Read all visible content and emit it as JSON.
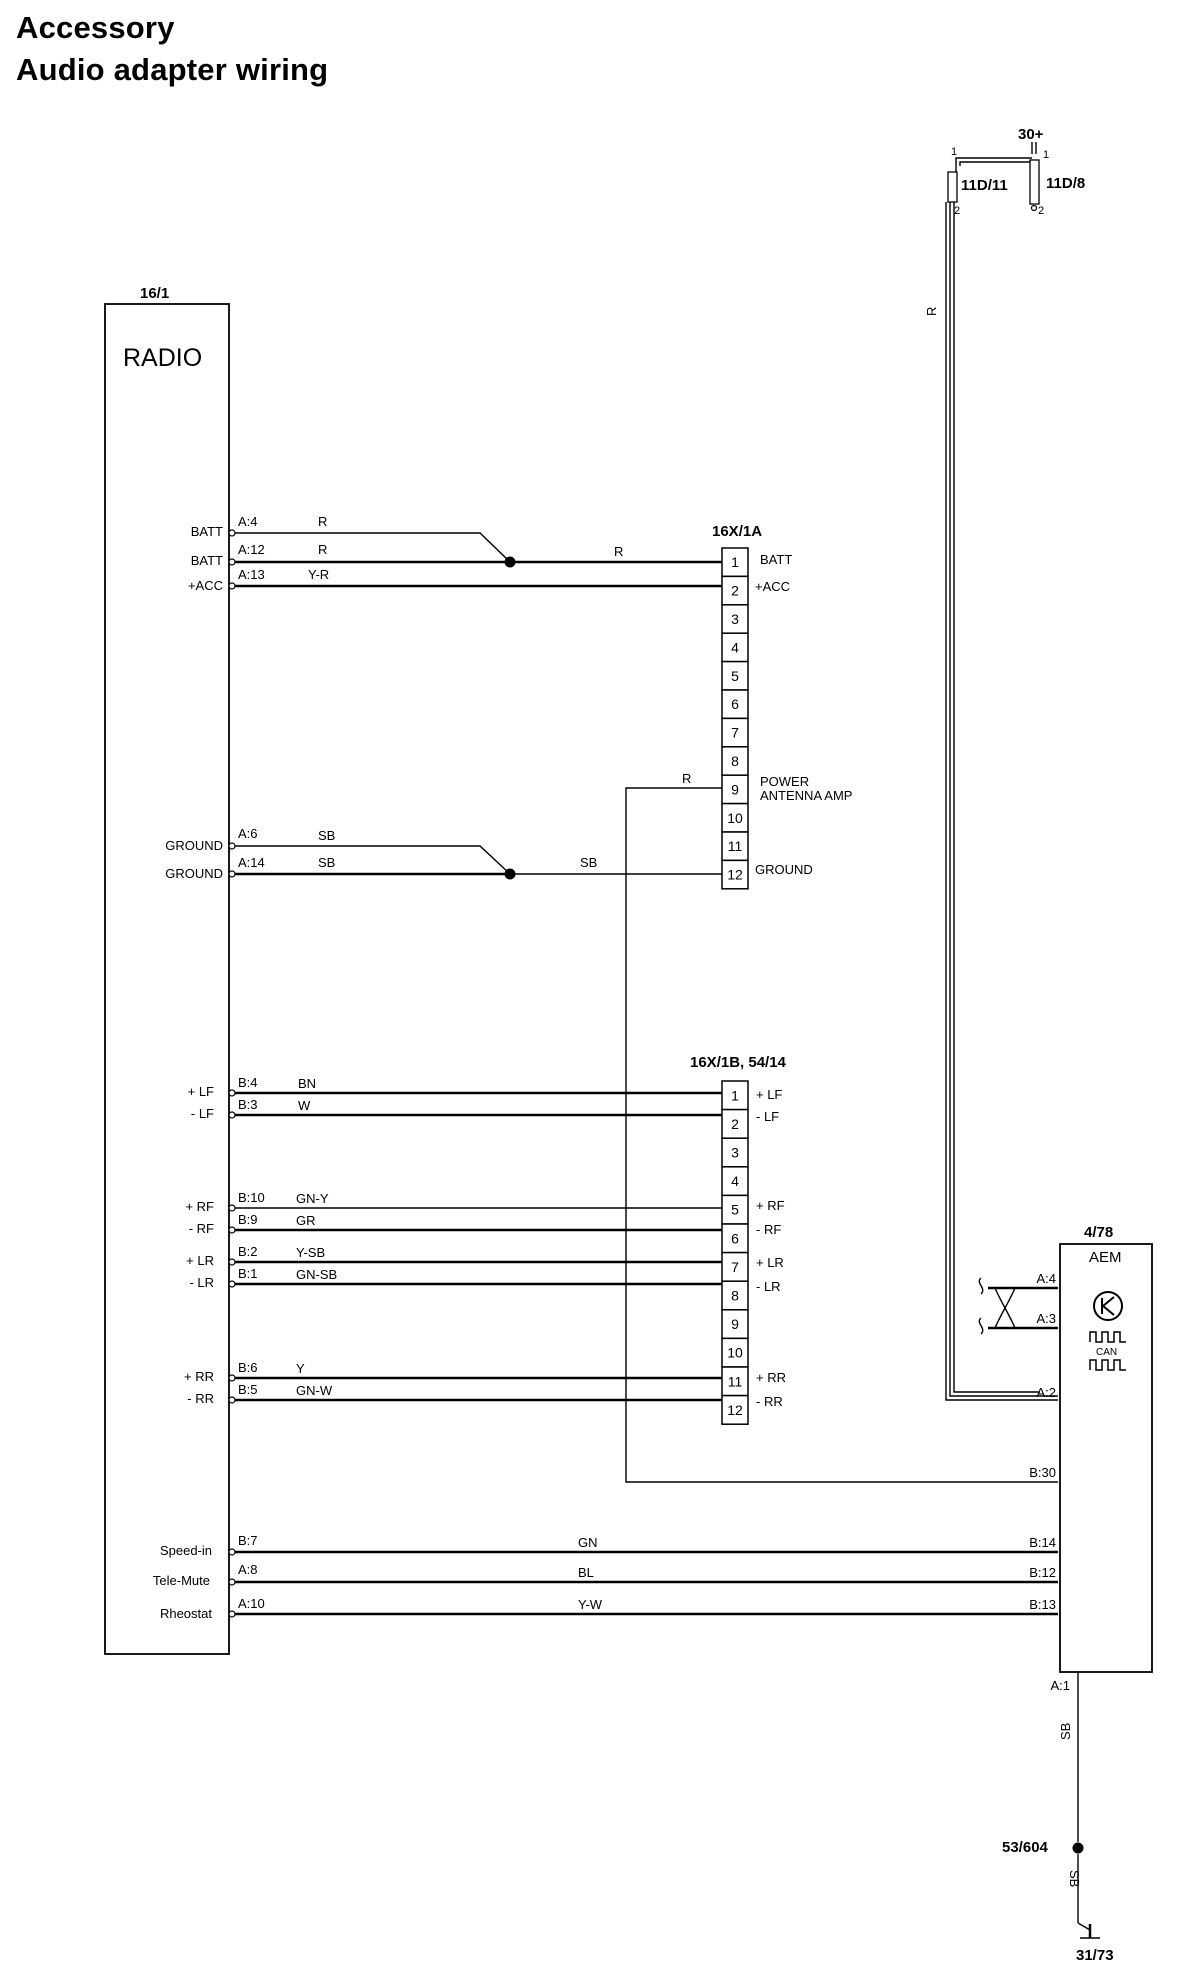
{
  "title": {
    "line1": "Accessory",
    "line2": "Audio adapter wiring"
  },
  "components": {
    "radio": {
      "ref": "16/1",
      "name": "RADIO"
    },
    "conn_a": {
      "ref": "16X/1A"
    },
    "conn_b": {
      "ref": "16X/1B, 54/14"
    },
    "aem": {
      "ref": "4/78",
      "name": "AEM",
      "can_label": "CAN"
    },
    "fuse1": {
      "ref": "11D/11"
    },
    "fuse2": {
      "ref": "11D/8"
    },
    "supply": {
      "ref": "30+"
    },
    "splice": {
      "ref": "53/604"
    },
    "ground": {
      "ref": "31/73"
    }
  },
  "radio_pins": [
    {
      "name": "BATT",
      "pin": "A:4",
      "color": "R"
    },
    {
      "name": "BATT",
      "pin": "A:12",
      "color": "R"
    },
    {
      "name": "+ACC",
      "pin": "A:13",
      "color": "Y-R"
    },
    {
      "name": "GROUND",
      "pin": "A:6",
      "color": "SB"
    },
    {
      "name": "GROUND",
      "pin": "A:14",
      "color": "SB"
    },
    {
      "name": "+ LF",
      "pin": "B:4",
      "color": "BN"
    },
    {
      "name": "- LF",
      "pin": "B:3",
      "color": "W"
    },
    {
      "name": "+ RF",
      "pin": "B:10",
      "color": "GN-Y"
    },
    {
      "name": "- RF",
      "pin": "B:9",
      "color": "GR"
    },
    {
      "name": "+ LR",
      "pin": "B:2",
      "color": "Y-SB"
    },
    {
      "name": "- LR",
      "pin": "B:1",
      "color": "GN-SB"
    },
    {
      "name": "+ RR",
      "pin": "B:6",
      "color": "Y"
    },
    {
      "name": "- RR",
      "pin": "B:5",
      "color": "GN-W"
    },
    {
      "name": "Speed-in",
      "pin": "B:7",
      "color": "GN"
    },
    {
      "name": "Tele-Mute",
      "pin": "A:8",
      "color": "BL"
    },
    {
      "name": "Rheostat",
      "pin": "A:10",
      "color": "Y-W"
    }
  ],
  "conn_a_pins": [
    "1",
    "2",
    "3",
    "4",
    "5",
    "6",
    "7",
    "8",
    "9",
    "10",
    "11",
    "12"
  ],
  "conn_a_labels": {
    "p1": "BATT",
    "p2": "+ACC",
    "p9a": "POWER",
    "p9b": "ANTENNA AMP",
    "p12": "GROUND"
  },
  "conn_b_pins": [
    "1",
    "2",
    "3",
    "4",
    "5",
    "6",
    "7",
    "8",
    "9",
    "10",
    "11",
    "12"
  ],
  "conn_b_labels": {
    "p1": "+ LF",
    "p2": "- LF",
    "p5": "+ RF",
    "p6": "- RF",
    "p7": "+ LR",
    "p8": "- LR",
    "p11": "+ RR",
    "p12": "- RR"
  },
  "wire_colors": {
    "batt_trunk": "R",
    "ground_trunk": "SB",
    "antenna": "R",
    "supply": "R",
    "aem_ground_1": "SB",
    "aem_ground_2": "SB"
  },
  "aem_pins": [
    "A:4",
    "A:3",
    "A:2",
    "B:30",
    "B:14",
    "B:12",
    "B:13",
    "A:1"
  ],
  "fuse_pins": {
    "f1_top": "1",
    "f1_bot": "2",
    "f2_top": "1",
    "f2_bot": "2"
  },
  "icons": [
    "twisted-pair-icon",
    "can-transceiver-icon",
    "ground-symbol-icon",
    "splice-dot-icon"
  ]
}
